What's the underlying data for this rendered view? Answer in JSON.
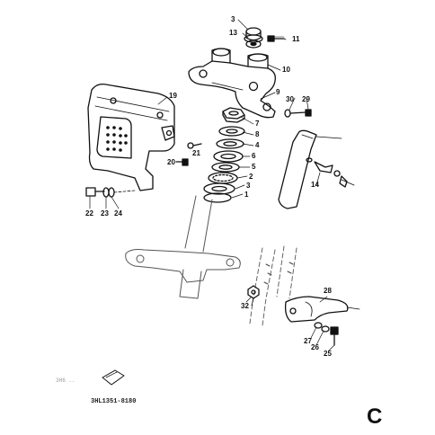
{
  "diagram": {
    "labels": {
      "p1": "1",
      "p2": "2",
      "p3": "3",
      "p4": "4",
      "p5": "5",
      "p6": "6",
      "p7": "7",
      "p8": "8",
      "p9": "9",
      "p10": "10",
      "p11": "11",
      "p13": "13",
      "p14": "14",
      "p19": "19",
      "p20": "20",
      "p21": "21",
      "p22": "22",
      "p23": "23",
      "p24": "24",
      "p25": "25",
      "p26": "26",
      "p27": "27",
      "p28": "28",
      "p29": "29",
      "p30": "30",
      "p32": "32"
    },
    "footer_faint": "3H6 ..",
    "footer_code": "3HL1351-8180",
    "section_letter": "C"
  }
}
